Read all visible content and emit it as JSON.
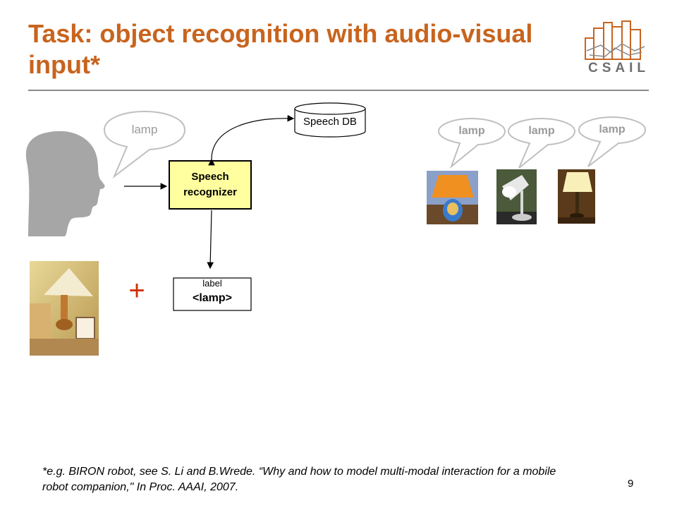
{
  "slide": {
    "title": "Task: object recognition with audio-visual input*",
    "logo_text": "CSAIL",
    "page_number": "9"
  },
  "diagram": {
    "speaker_bubble": "lamp",
    "speech_db": "Speech DB",
    "recognizer": [
      "Speech",
      "recognizer"
    ],
    "label_caption": "label",
    "label_value": "<lamp>",
    "plus_sign": "+",
    "lamp_bubbles": [
      "lamp",
      "lamp",
      "lamp"
    ]
  },
  "footnote": "*e.g. BIRON robot, see S. Li and B.Wrede. “Why and how to model multi-modal interaction for a mobile robot companion,\" In Proc. AAAI, 2007.",
  "colors": {
    "title": "#c8641e",
    "bubble_fill": "#ffffff",
    "bubble_stroke": "#bfbfbf",
    "recognizer_fill": "#ffffa0",
    "head_silhouette": "#a6a6a6",
    "plus": "#cc3300"
  },
  "icons": [
    "person-head-silhouette-icon",
    "cylinder-database-icon",
    "lamp-photo",
    "csail-building-logo"
  ]
}
